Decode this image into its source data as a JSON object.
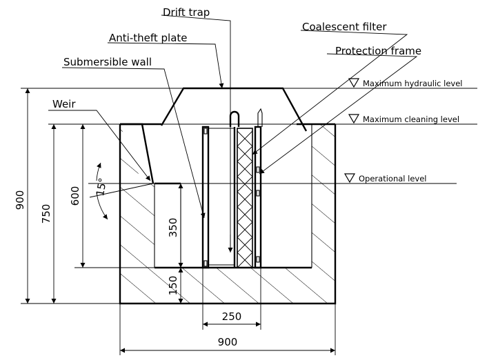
{
  "labels": {
    "drift_trap": "Drift trap",
    "anti_theft_plate": "Anti-theft plate",
    "submersible_wall": "Submersible wall",
    "coalescent_filter": "Coalescent filter",
    "protection_frame": "Protection frame",
    "weir": "Weir"
  },
  "levels": {
    "max_hydraulic": "Maximum hydraulic level",
    "max_cleaning": "Maximum cleaning level",
    "operational": "Operational level"
  },
  "dimensions": {
    "total_height": "900",
    "wall_height": "750",
    "water_depth": "600",
    "weir_height": "350",
    "base_thickness": "150",
    "chamber_width": "250",
    "total_width": "900",
    "weir_angle": "15°"
  }
}
